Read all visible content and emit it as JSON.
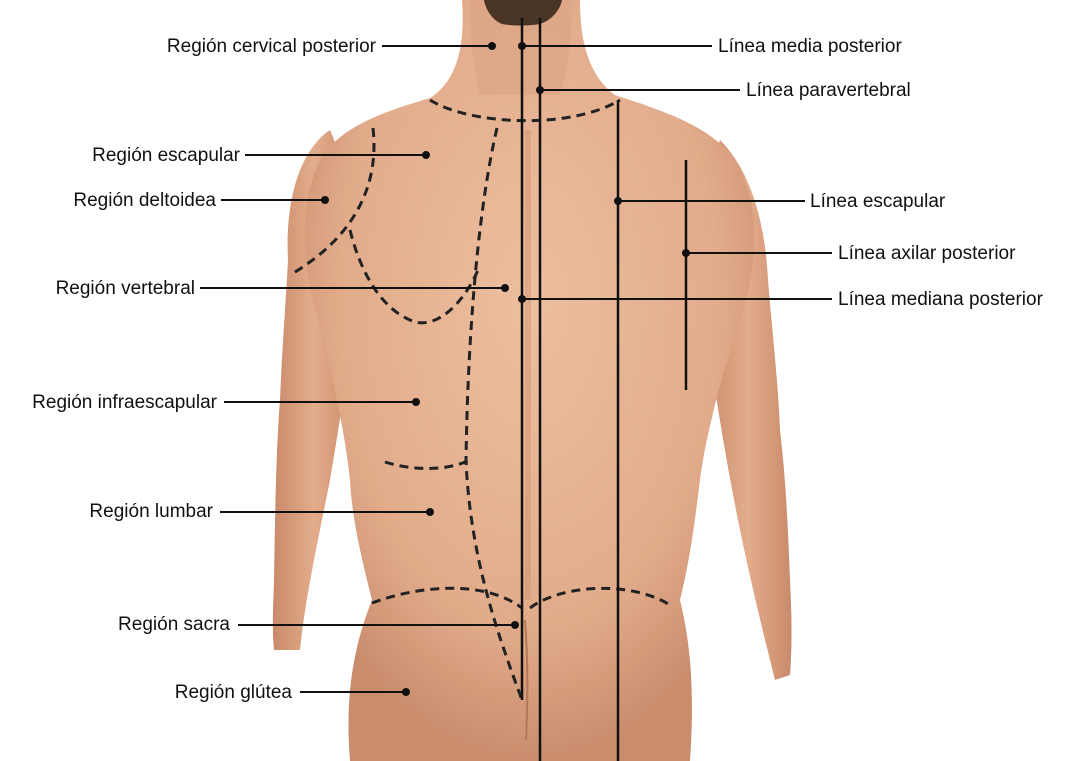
{
  "labels": {
    "left": [
      "Región cervical posterior",
      "Región escapular",
      "Región deltoidea",
      "Región vertebral",
      "Región infraescapular",
      "Región lumbar",
      "Región sacra",
      "Región glútea"
    ],
    "right": [
      "Línea media posterior",
      "Línea paravertebral",
      "Línea escapular",
      "Línea axilar posterior",
      "Línea mediana posterior"
    ]
  },
  "colors": {
    "skin": "#e7b394",
    "skin_shadow": "#c98d6e",
    "hair": "#4a3426",
    "line": "#111111",
    "dashed": "#222222"
  }
}
